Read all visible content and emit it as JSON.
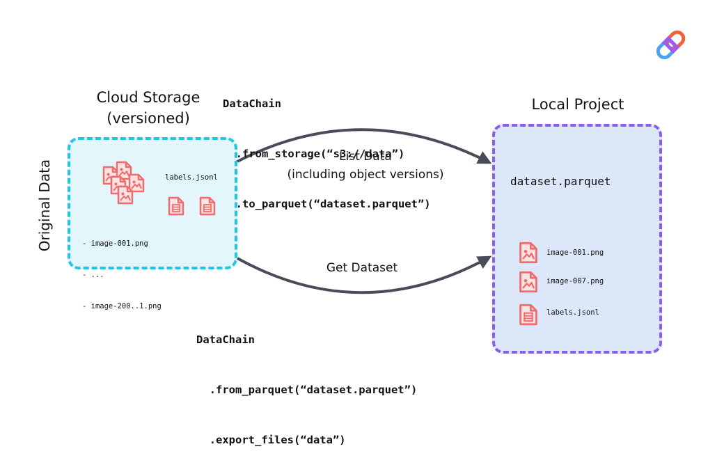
{
  "cloud": {
    "title_line1": "Cloud Storage",
    "title_line2": "(versioned)",
    "labels_file": "labels.jsonl",
    "file_list": [
      "- image-001.png",
      "- ...",
      "- image-200..1.png"
    ]
  },
  "side_label": "Original Data",
  "local": {
    "title": "Local Project",
    "parquet": "dataset.parquet",
    "files": [
      "image-001.png",
      "image-007.png",
      "labels.jsonl"
    ]
  },
  "code_top": [
    "DataChain",
    "  .from_storage(“s3://data”)",
    "  .to_parquet(“dataset.parquet”)"
  ],
  "code_bottom": [
    "DataChain",
    "  .from_parquet(“dataset.parquet”)",
    "  .export_files(“data”)"
  ],
  "arrow_top": {
    "line1": "List Data",
    "line2": "(including object versions)"
  },
  "arrow_bottom": {
    "line1": "Get Dataset"
  },
  "colors": {
    "cloud_border": "#1fc6e6",
    "cloud_fill": "#e2f6fb",
    "local_border": "#8b5cf0",
    "local_fill": "#dce7f9",
    "file_icon": "#ef6b6b",
    "arrow": "#474c57"
  },
  "icons": [
    "image-file-icon",
    "text-file-icon",
    "chain-link-logo"
  ]
}
